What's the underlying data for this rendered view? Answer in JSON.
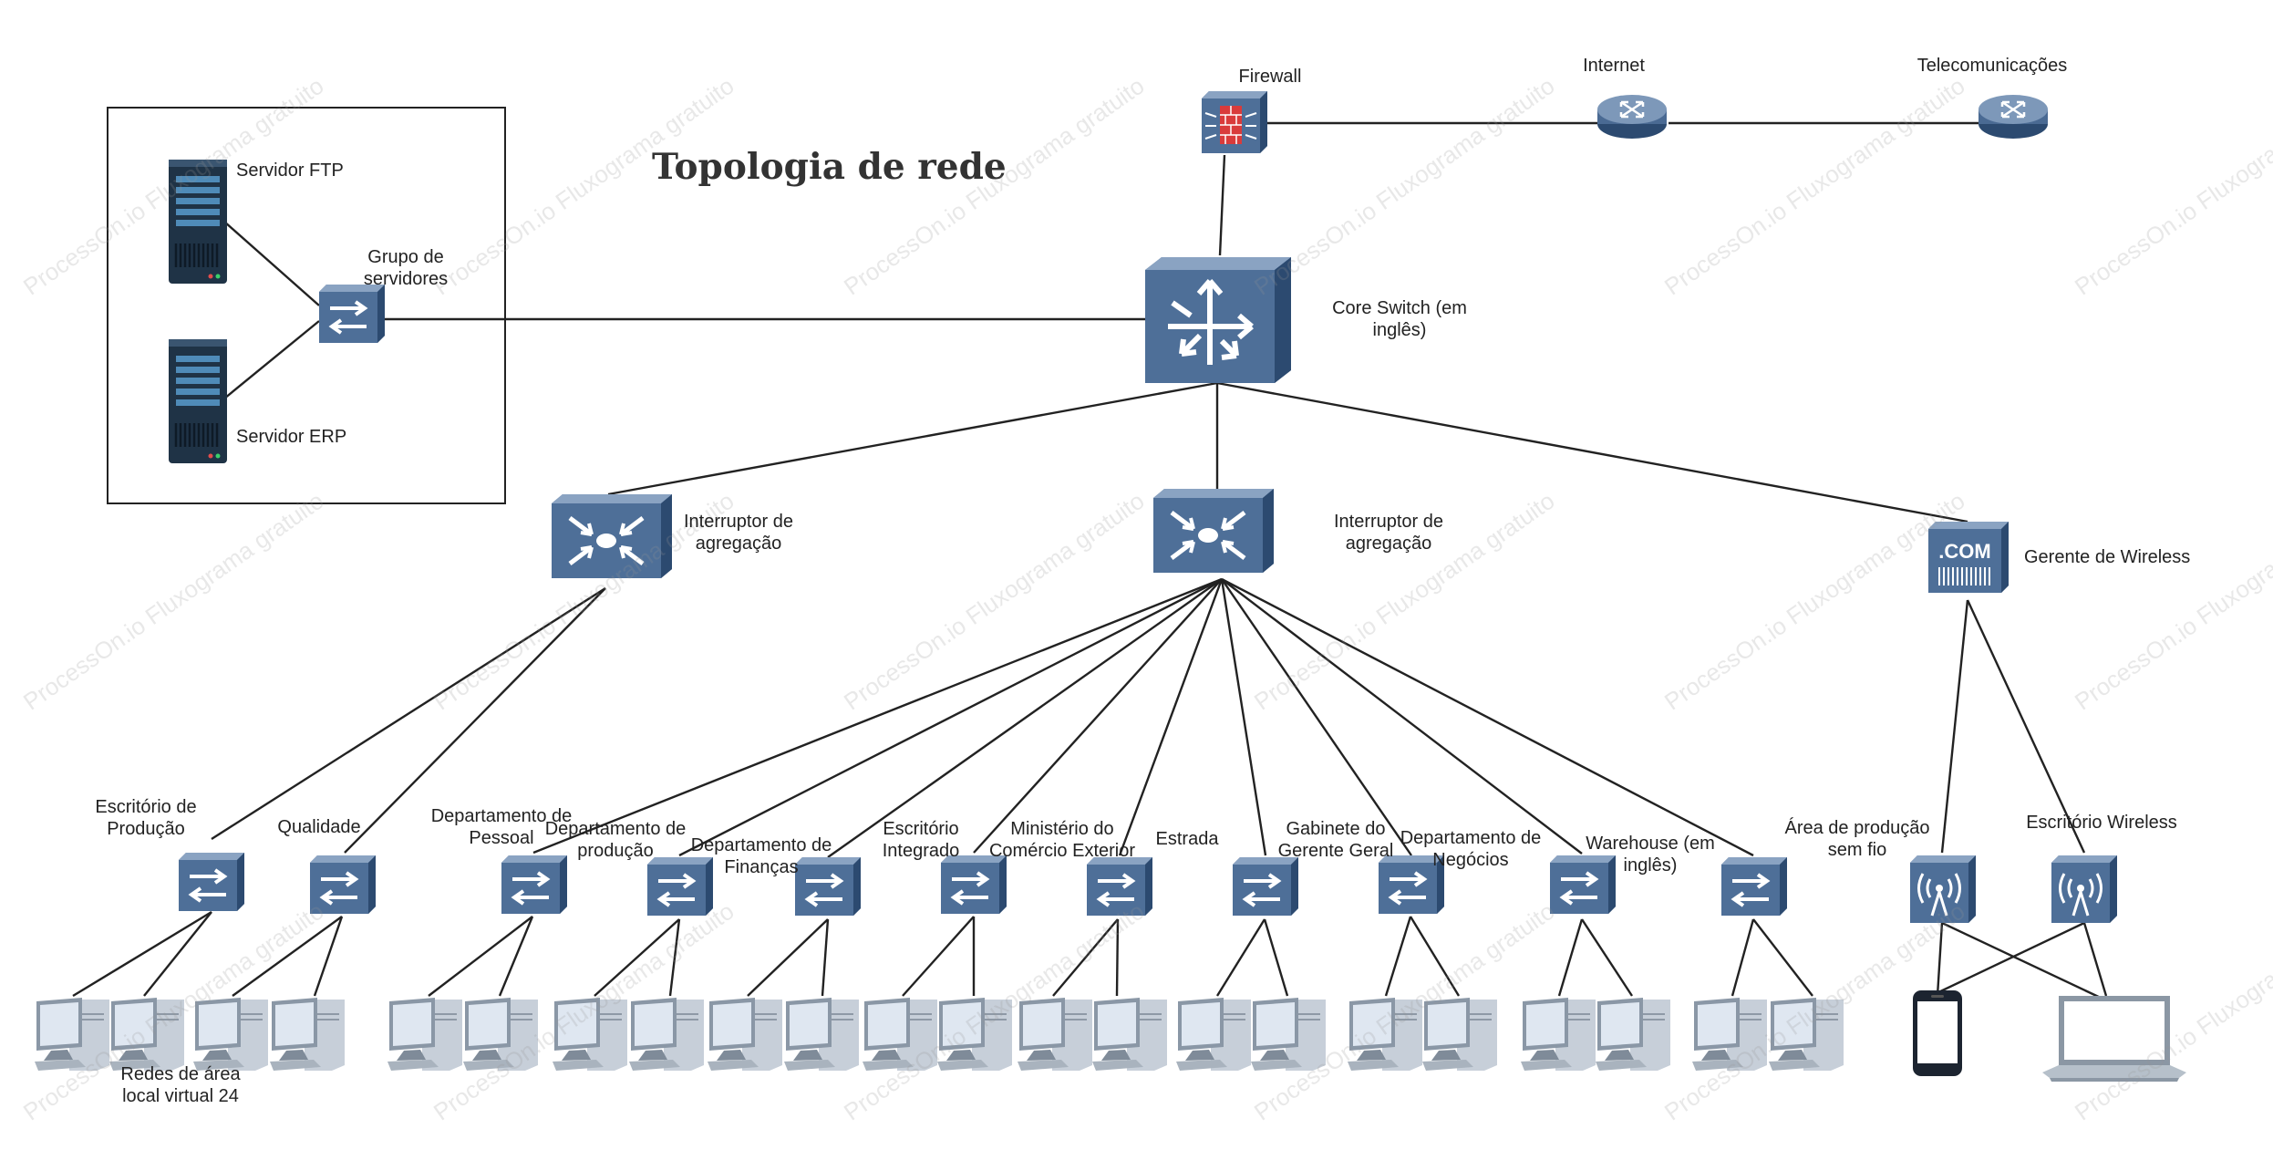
{
  "title": "Topologia de rede",
  "watermark": "ProcessOn.io Fluxograma gratuito",
  "labels": {
    "firewall": "Firewall",
    "internet": "Internet",
    "telecom": "Telecomunicações",
    "ftp": "Servidor FTP",
    "erp": "Servidor ERP",
    "server_group": "Grupo de\nservidores",
    "core": "Core Switch (em\ninglês)",
    "agg1": "Interruptor de\nagregação",
    "agg2": "Interruptor de\nagregação",
    "wireless_mgr": "Gerente de Wireless",
    "producao_office": "Escritório de\nProdução",
    "qualidade": "Qualidade",
    "pessoal": "Departamento de\nPessoal",
    "dep_producao": "Departamento de\nprodução",
    "financas": "Departamento de\nFinanças",
    "integrado": "Escritório\nIntegrado",
    "comercio": "Ministério do\nComércio Exterior",
    "estrada": "Estrada",
    "gabinete": "Gabinete do\nGerente Geral",
    "negocios": "Departamento de\nNegócios",
    "warehouse": "Warehouse (em\ninglês)",
    "area_sem_fio": "Área de produção\nsem fio",
    "esc_wireless": "Escritório Wireless",
    "vlan": "Redes de área\nlocal virtual 24"
  },
  "colors": {
    "device_front": "#4a6a93",
    "device_top": "#7d98b9",
    "device_side": "#2c4a70",
    "server_dark": "#1f3346",
    "line": "#222222"
  }
}
